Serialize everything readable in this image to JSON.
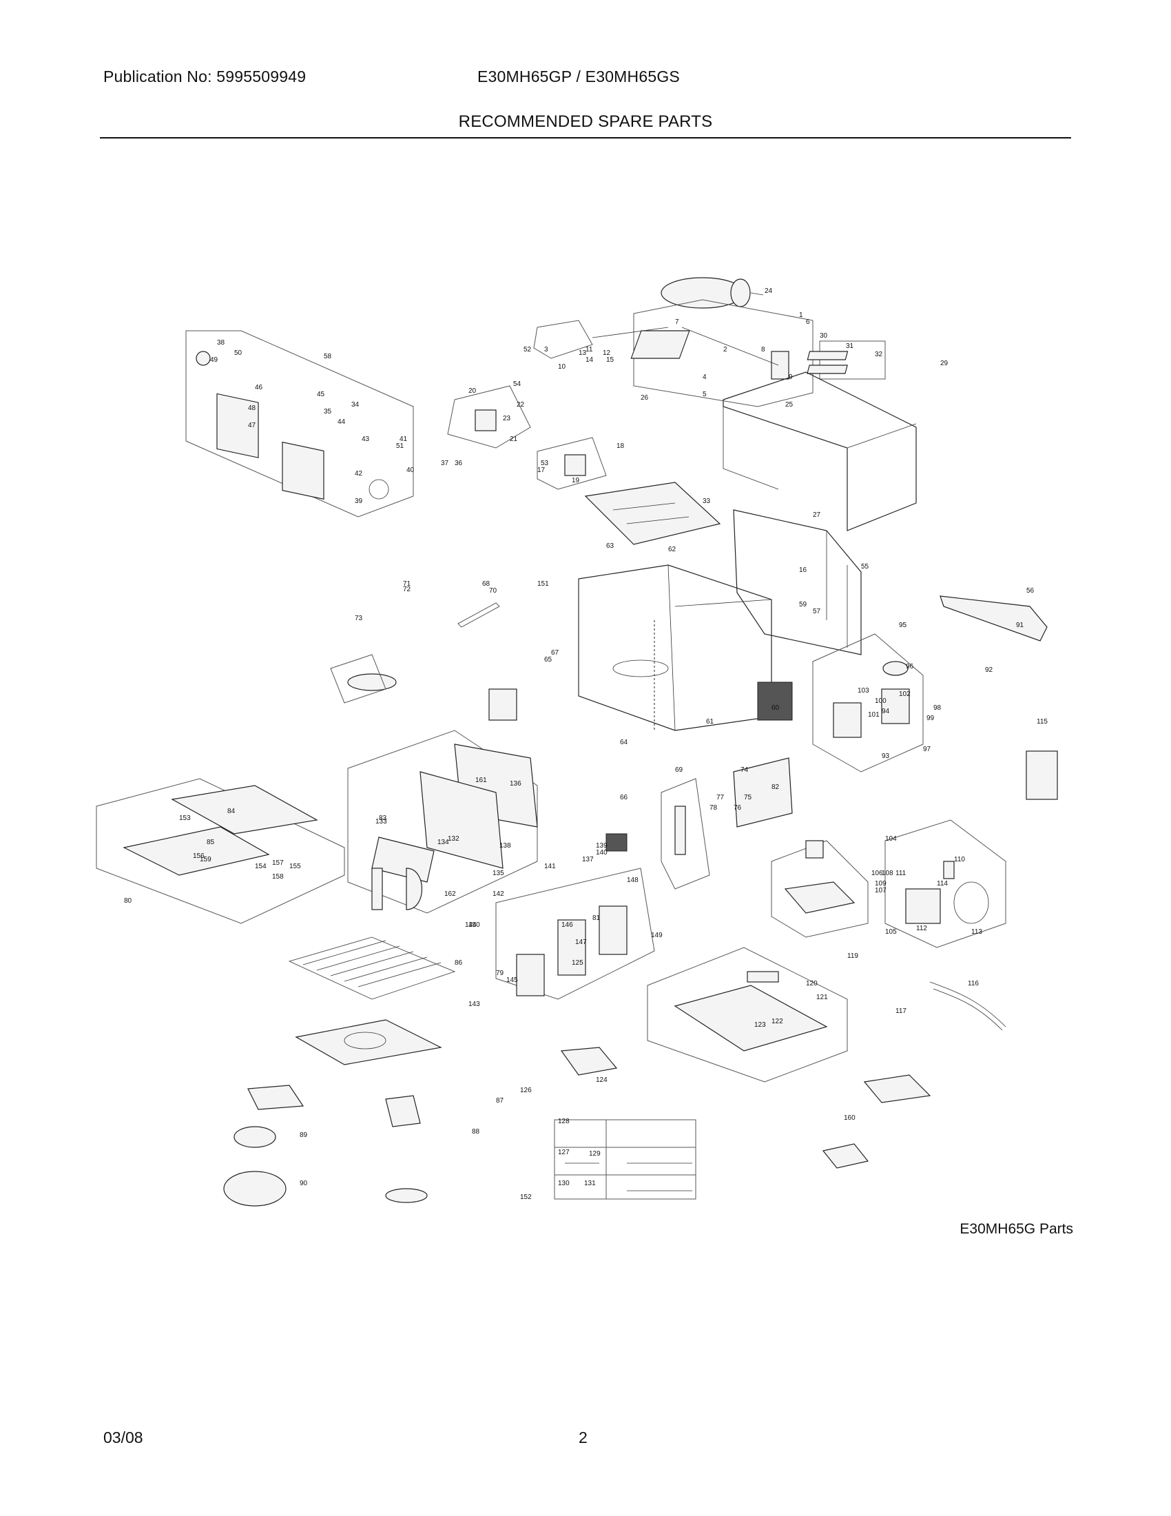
{
  "header": {
    "publication": "Publication No: 5995509949",
    "models": "E30MH65GP / E30MH65GS",
    "title": "RECOMMENDED SPARE PARTS"
  },
  "caption": "E30MH65G Parts",
  "footer": {
    "date": "03/08",
    "page": "2"
  },
  "part_labels": [
    "1",
    "2",
    "3",
    "4",
    "5",
    "6",
    "7",
    "8",
    "9",
    "10",
    "11",
    "12",
    "13",
    "14",
    "15",
    "16",
    "17",
    "18",
    "19",
    "20",
    "21",
    "22",
    "23",
    "24",
    "25",
    "26",
    "27",
    "29",
    "30",
    "31",
    "32",
    "33",
    "34",
    "35",
    "36",
    "37",
    "38",
    "39",
    "40",
    "41",
    "42",
    "43",
    "44",
    "45",
    "46",
    "47",
    "48",
    "49",
    "50",
    "51",
    "52",
    "53",
    "54",
    "55",
    "56",
    "57",
    "58",
    "59",
    "60",
    "61",
    "62",
    "63",
    "64",
    "65",
    "66",
    "67",
    "68",
    "69",
    "70",
    "71",
    "72",
    "73",
    "74",
    "75",
    "76",
    "77",
    "78",
    "79",
    "80",
    "81",
    "82",
    "83",
    "84",
    "85",
    "86",
    "87",
    "88",
    "89",
    "90",
    "91",
    "92",
    "93",
    "94",
    "95",
    "96",
    "97",
    "98",
    "99",
    "100",
    "101",
    "102",
    "103",
    "104",
    "105",
    "106",
    "107",
    "108",
    "109",
    "110",
    "111",
    "112",
    "113",
    "114",
    "115",
    "116",
    "117",
    "119",
    "120",
    "121",
    "122",
    "123",
    "124",
    "125",
    "126",
    "127",
    "128",
    "129",
    "130",
    "131",
    "132",
    "133",
    "134",
    "135",
    "136",
    "137",
    "138",
    "139",
    "140",
    "141",
    "142",
    "143",
    "144",
    "145",
    "146",
    "147",
    "148",
    "149",
    "150",
    "151",
    "152",
    "153",
    "154",
    "155",
    "156",
    "157",
    "158",
    "159",
    "160",
    "161",
    "162"
  ]
}
